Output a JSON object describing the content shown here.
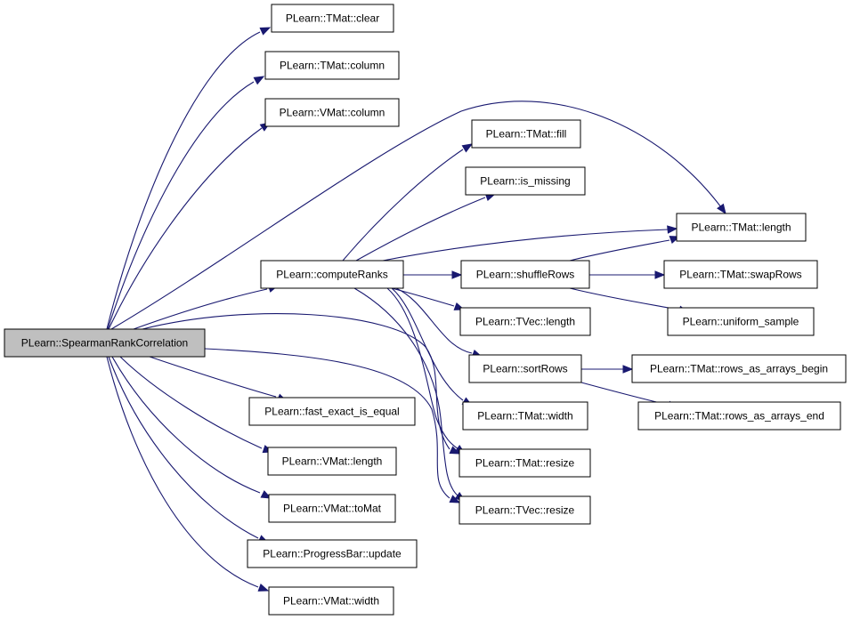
{
  "graph": {
    "edge_color": "#191970",
    "root_fill": "#bfbfbf",
    "node_fill": "#ffffff",
    "nodes": {
      "root": "PLearn::SpearmanRankCorrelation",
      "clear": "PLearn::TMat::clear",
      "tmat_column": "PLearn::TMat::column",
      "vmat_column": "PLearn::VMat::column",
      "computeRanks": "PLearn::computeRanks",
      "fast_exact_is_equal": "PLearn::fast_exact_is_equal",
      "vmat_length": "PLearn::VMat::length",
      "toMat": "PLearn::VMat::toMat",
      "progress_update": "PLearn::ProgressBar::update",
      "vmat_width": "PLearn::VMat::width",
      "tmat_fill": "PLearn::TMat::fill",
      "is_missing": "PLearn::is_missing",
      "tmat_length": "PLearn::TMat::length",
      "shuffleRows": "PLearn::shuffleRows",
      "tmat_swapRows": "PLearn::TMat::swapRows",
      "uniform_sample": "PLearn::uniform_sample",
      "tvec_length": "PLearn::TVec::length",
      "sortRows": "PLearn::sortRows",
      "rows_begin": "PLearn::TMat::rows_as_arrays_begin",
      "rows_end": "PLearn::TMat::rows_as_arrays_end",
      "tmat_width": "PLearn::TMat::width",
      "tmat_resize": "PLearn::TMat::resize",
      "tvec_resize": "PLearn::TVec::resize"
    }
  }
}
